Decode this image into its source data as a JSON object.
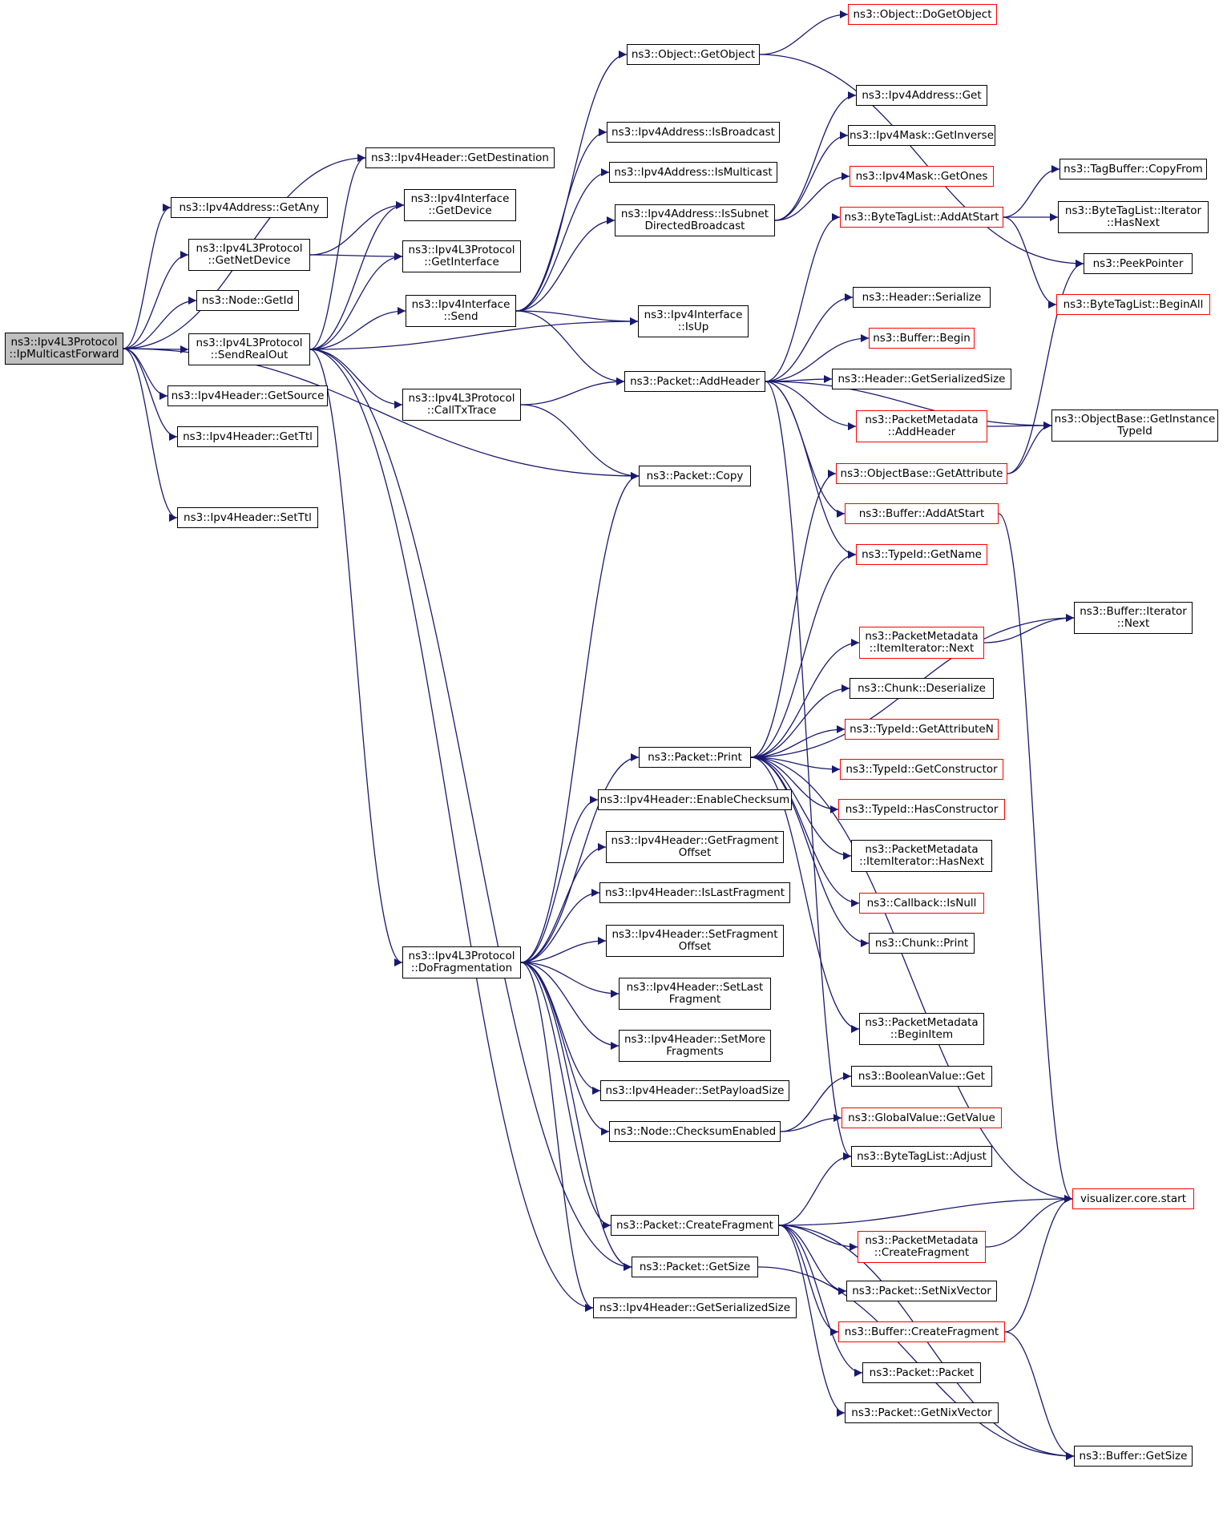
{
  "diagram": {
    "colors": {
      "edge": "#191970",
      "border_default": "#000000",
      "border_red": "#ff0000",
      "root_fill": "#bfbfbf"
    },
    "nodes": [
      {
        "id": "root",
        "lines": [
          "ns3::Ipv4L3Protocol",
          "::IpMulticastForward"
        ],
        "style": "root"
      },
      {
        "id": "getDestination",
        "lines": [
          "ns3::Ipv4Header::GetDestination"
        ],
        "style": "black"
      },
      {
        "id": "getAny",
        "lines": [
          "ns3::Ipv4Address::GetAny"
        ],
        "style": "black"
      },
      {
        "id": "l3GetNetDevice",
        "lines": [
          "ns3::Ipv4L3Protocol",
          "::GetNetDevice"
        ],
        "style": "black"
      },
      {
        "id": "nodeGetId",
        "lines": [
          "ns3::Node::GetId"
        ],
        "style": "black"
      },
      {
        "id": "sendRealOut",
        "lines": [
          "ns3::Ipv4L3Protocol",
          "::SendRealOut"
        ],
        "style": "black"
      },
      {
        "id": "getSource",
        "lines": [
          "ns3::Ipv4Header::GetSource"
        ],
        "style": "black"
      },
      {
        "id": "getTtl",
        "lines": [
          "ns3::Ipv4Header::GetTtl"
        ],
        "style": "black"
      },
      {
        "id": "setTtl",
        "lines": [
          "ns3::Ipv4Header::SetTtl"
        ],
        "style": "black"
      },
      {
        "id": "ifGetDevice",
        "lines": [
          "ns3::Ipv4Interface",
          "::GetDevice"
        ],
        "style": "black"
      },
      {
        "id": "l3GetInterface",
        "lines": [
          "ns3::Ipv4L3Protocol",
          "::GetInterface"
        ],
        "style": "black"
      },
      {
        "id": "ifSend",
        "lines": [
          "ns3::Ipv4Interface",
          "::Send"
        ],
        "style": "black"
      },
      {
        "id": "callTxTrace",
        "lines": [
          "ns3::Ipv4L3Protocol",
          "::CallTxTrace"
        ],
        "style": "black"
      },
      {
        "id": "doFragmentation",
        "lines": [
          "ns3::Ipv4L3Protocol",
          "::DoFragmentation"
        ],
        "style": "black"
      },
      {
        "id": "objGetObject",
        "lines": [
          "ns3::Object::GetObject"
        ],
        "style": "black"
      },
      {
        "id": "isBroadcast",
        "lines": [
          "ns3::Ipv4Address::IsBroadcast"
        ],
        "style": "black"
      },
      {
        "id": "isMulticast",
        "lines": [
          "ns3::Ipv4Address::IsMulticast"
        ],
        "style": "black"
      },
      {
        "id": "isSubnetDB",
        "lines": [
          "ns3::Ipv4Address::IsSubnet",
          "DirectedBroadcast"
        ],
        "style": "black"
      },
      {
        "id": "ifIsUp",
        "lines": [
          "ns3::Ipv4Interface",
          "::IsUp"
        ],
        "style": "black"
      },
      {
        "id": "addHeader",
        "lines": [
          "ns3::Packet::AddHeader"
        ],
        "style": "black"
      },
      {
        "id": "packetCopy",
        "lines": [
          "ns3::Packet::Copy"
        ],
        "style": "black"
      },
      {
        "id": "packetPrint",
        "lines": [
          "ns3::Packet::Print"
        ],
        "style": "black"
      },
      {
        "id": "enableChecksum",
        "lines": [
          "ns3::Ipv4Header::EnableChecksum"
        ],
        "style": "black"
      },
      {
        "id": "getFragOffset",
        "lines": [
          "ns3::Ipv4Header::GetFragment",
          "Offset"
        ],
        "style": "black"
      },
      {
        "id": "isLastFragment",
        "lines": [
          "ns3::Ipv4Header::IsLastFragment"
        ],
        "style": "black"
      },
      {
        "id": "setFragOffset",
        "lines": [
          "ns3::Ipv4Header::SetFragment",
          "Offset"
        ],
        "style": "black"
      },
      {
        "id": "setLastFragment",
        "lines": [
          "ns3::Ipv4Header::SetLast",
          "Fragment"
        ],
        "style": "black"
      },
      {
        "id": "setMoreFragments",
        "lines": [
          "ns3::Ipv4Header::SetMore",
          "Fragments"
        ],
        "style": "black"
      },
      {
        "id": "setPayloadSize",
        "lines": [
          "ns3::Ipv4Header::SetPayloadSize"
        ],
        "style": "black"
      },
      {
        "id": "checksumEnabled",
        "lines": [
          "ns3::Node::ChecksumEnabled"
        ],
        "style": "black"
      },
      {
        "id": "createFragment",
        "lines": [
          "ns3::Packet::CreateFragment"
        ],
        "style": "black"
      },
      {
        "id": "packetGetSize",
        "lines": [
          "ns3::Packet::GetSize"
        ],
        "style": "black"
      },
      {
        "id": "getSerializedSizeV4",
        "lines": [
          "ns3::Ipv4Header::GetSerializedSize"
        ],
        "style": "black"
      },
      {
        "id": "doGetObject",
        "lines": [
          "ns3::Object::DoGetObject"
        ],
        "style": "red"
      },
      {
        "id": "addrGet",
        "lines": [
          "ns3::Ipv4Address::Get"
        ],
        "style": "black"
      },
      {
        "id": "maskGetInverse",
        "lines": [
          "ns3::Ipv4Mask::GetInverse"
        ],
        "style": "black"
      },
      {
        "id": "maskGetOnes",
        "lines": [
          "ns3::Ipv4Mask::GetOnes"
        ],
        "style": "red"
      },
      {
        "id": "btlAddAtStart",
        "lines": [
          "ns3::ByteTagList::AddAtStart"
        ],
        "style": "red"
      },
      {
        "id": "headerSerialize",
        "lines": [
          "ns3::Header::Serialize"
        ],
        "style": "black"
      },
      {
        "id": "bufferBegin",
        "lines": [
          "ns3::Buffer::Begin"
        ],
        "style": "red"
      },
      {
        "id": "headerGetSerSize",
        "lines": [
          "ns3::Header::GetSerializedSize"
        ],
        "style": "black"
      },
      {
        "id": "pmAddHeader",
        "lines": [
          "ns3::PacketMetadata",
          "::AddHeader"
        ],
        "style": "red"
      },
      {
        "id": "obGetAttribute",
        "lines": [
          "ns3::ObjectBase::GetAttribute"
        ],
        "style": "red"
      },
      {
        "id": "bufferAddAtStart",
        "lines": [
          "ns3::Buffer::AddAtStart"
        ],
        "style": "red"
      },
      {
        "id": "typeIdGetName",
        "lines": [
          "ns3::TypeId::GetName"
        ],
        "style": "red"
      },
      {
        "id": "pmItemNext",
        "lines": [
          "ns3::PacketMetadata",
          "::ItemIterator::Next"
        ],
        "style": "red"
      },
      {
        "id": "chunkDeserialize",
        "lines": [
          "ns3::Chunk::Deserialize"
        ],
        "style": "black"
      },
      {
        "id": "typeIdGetAttrN",
        "lines": [
          "ns3::TypeId::GetAttributeN"
        ],
        "style": "red"
      },
      {
        "id": "typeIdGetCtor",
        "lines": [
          "ns3::TypeId::GetConstructor"
        ],
        "style": "red"
      },
      {
        "id": "typeIdHasCtor",
        "lines": [
          "ns3::TypeId::HasConstructor"
        ],
        "style": "red"
      },
      {
        "id": "pmItemHasNext",
        "lines": [
          "ns3::PacketMetadata",
          "::ItemIterator::HasNext"
        ],
        "style": "black"
      },
      {
        "id": "callbackIsNull",
        "lines": [
          "ns3::Callback::IsNull"
        ],
        "style": "red"
      },
      {
        "id": "chunkPrint",
        "lines": [
          "ns3::Chunk::Print"
        ],
        "style": "black"
      },
      {
        "id": "pmBeginItem",
        "lines": [
          "ns3::PacketMetadata",
          "::BeginItem"
        ],
        "style": "black"
      },
      {
        "id": "boolValueGet",
        "lines": [
          "ns3::BooleanValue::Get"
        ],
        "style": "black"
      },
      {
        "id": "globalGetValue",
        "lines": [
          "ns3::GlobalValue::GetValue"
        ],
        "style": "red"
      },
      {
        "id": "btlAdjust",
        "lines": [
          "ns3::ByteTagList::Adjust"
        ],
        "style": "black"
      },
      {
        "id": "pmCreateFragment",
        "lines": [
          "ns3::PacketMetadata",
          "::CreateFragment"
        ],
        "style": "red"
      },
      {
        "id": "setNixVector",
        "lines": [
          "ns3::Packet::SetNixVector"
        ],
        "style": "black"
      },
      {
        "id": "bufferCreateFragment",
        "lines": [
          "ns3::Buffer::CreateFragment"
        ],
        "style": "red"
      },
      {
        "id": "packetPacket",
        "lines": [
          "ns3::Packet::Packet"
        ],
        "style": "black"
      },
      {
        "id": "getNixVector",
        "lines": [
          "ns3::Packet::GetNixVector"
        ],
        "style": "black"
      },
      {
        "id": "tagBufferCopyFrom",
        "lines": [
          "ns3::TagBuffer::CopyFrom"
        ],
        "style": "black"
      },
      {
        "id": "btlIterHasNext",
        "lines": [
          "ns3::ByteTagList::Iterator",
          "::HasNext"
        ],
        "style": "black"
      },
      {
        "id": "peekPointer",
        "lines": [
          "ns3::PeekPointer"
        ],
        "style": "black"
      },
      {
        "id": "btlBeginAll",
        "lines": [
          "ns3::ByteTagList::BeginAll"
        ],
        "style": "red"
      },
      {
        "id": "obGetInstanceTypeId",
        "lines": [
          "ns3::ObjectBase::GetInstance",
          "TypeId"
        ],
        "style": "black"
      },
      {
        "id": "bufferIterNext",
        "lines": [
          "ns3::Buffer::Iterator",
          "::Next"
        ],
        "style": "black"
      },
      {
        "id": "vizCoreStart",
        "lines": [
          "visualizer.core.start"
        ],
        "style": "red"
      },
      {
        "id": "bufferGetSize",
        "lines": [
          "ns3::Buffer::GetSize"
        ],
        "style": "black"
      }
    ],
    "edges": [
      [
        "root",
        "getDestination"
      ],
      [
        "root",
        "getAny"
      ],
      [
        "root",
        "l3GetNetDevice"
      ],
      [
        "root",
        "nodeGetId"
      ],
      [
        "root",
        "sendRealOut"
      ],
      [
        "root",
        "getSource"
      ],
      [
        "root",
        "getTtl"
      ],
      [
        "root",
        "setTtl"
      ],
      [
        "root",
        "packetCopy"
      ],
      [
        "l3GetNetDevice",
        "ifGetDevice"
      ],
      [
        "l3GetNetDevice",
        "l3GetInterface"
      ],
      [
        "sendRealOut",
        "getDestination"
      ],
      [
        "sendRealOut",
        "ifGetDevice"
      ],
      [
        "sendRealOut",
        "l3GetInterface"
      ],
      [
        "sendRealOut",
        "ifSend"
      ],
      [
        "sendRealOut",
        "ifIsUp"
      ],
      [
        "sendRealOut",
        "callTxTrace"
      ],
      [
        "sendRealOut",
        "doFragmentation"
      ],
      [
        "sendRealOut",
        "packetGetSize"
      ],
      [
        "sendRealOut",
        "getSerializedSizeV4"
      ],
      [
        "ifSend",
        "objGetObject"
      ],
      [
        "ifSend",
        "isBroadcast"
      ],
      [
        "ifSend",
        "isMulticast"
      ],
      [
        "ifSend",
        "isSubnetDB"
      ],
      [
        "ifSend",
        "ifIsUp"
      ],
      [
        "ifSend",
        "addHeader"
      ],
      [
        "callTxTrace",
        "addHeader"
      ],
      [
        "callTxTrace",
        "packetCopy"
      ],
      [
        "objGetObject",
        "doGetObject"
      ],
      [
        "objGetObject",
        "peekPointer"
      ],
      [
        "isSubnetDB",
        "addrGet"
      ],
      [
        "isSubnetDB",
        "maskGetInverse"
      ],
      [
        "isSubnetDB",
        "maskGetOnes"
      ],
      [
        "addHeader",
        "btlAddAtStart"
      ],
      [
        "addHeader",
        "headerSerialize"
      ],
      [
        "addHeader",
        "bufferBegin"
      ],
      [
        "addHeader",
        "headerGetSerSize"
      ],
      [
        "addHeader",
        "pmAddHeader"
      ],
      [
        "addHeader",
        "bufferAddAtStart"
      ],
      [
        "addHeader",
        "typeIdGetName"
      ],
      [
        "addHeader",
        "btlAdjust"
      ],
      [
        "addHeader",
        "obGetInstanceTypeId"
      ],
      [
        "btlAddAtStart",
        "tagBufferCopyFrom"
      ],
      [
        "btlAddAtStart",
        "btlIterHasNext"
      ],
      [
        "btlAddAtStart",
        "btlBeginAll"
      ],
      [
        "pmAddHeader",
        "obGetInstanceTypeId"
      ],
      [
        "obGetAttribute",
        "obGetInstanceTypeId"
      ],
      [
        "obGetAttribute",
        "peekPointer"
      ],
      [
        "bufferAddAtStart",
        "vizCoreStart"
      ],
      [
        "pmItemNext",
        "bufferIterNext"
      ],
      [
        "packetPrint",
        "obGetAttribute"
      ],
      [
        "packetPrint",
        "typeIdGetName"
      ],
      [
        "packetPrint",
        "bufferIterNext"
      ],
      [
        "packetPrint",
        "pmItemNext"
      ],
      [
        "packetPrint",
        "chunkDeserialize"
      ],
      [
        "packetPrint",
        "typeIdGetAttrN"
      ],
      [
        "packetPrint",
        "typeIdGetCtor"
      ],
      [
        "packetPrint",
        "typeIdHasCtor"
      ],
      [
        "packetPrint",
        "pmItemHasNext"
      ],
      [
        "packetPrint",
        "callbackIsNull"
      ],
      [
        "packetPrint",
        "chunkPrint"
      ],
      [
        "packetPrint",
        "pmBeginItem"
      ],
      [
        "packetPrint",
        "vizCoreStart"
      ],
      [
        "doFragmentation",
        "packetCopy"
      ],
      [
        "doFragmentation",
        "packetPrint"
      ],
      [
        "doFragmentation",
        "enableChecksum"
      ],
      [
        "doFragmentation",
        "getFragOffset"
      ],
      [
        "doFragmentation",
        "isLastFragment"
      ],
      [
        "doFragmentation",
        "setFragOffset"
      ],
      [
        "doFragmentation",
        "setLastFragment"
      ],
      [
        "doFragmentation",
        "setMoreFragments"
      ],
      [
        "doFragmentation",
        "setPayloadSize"
      ],
      [
        "doFragmentation",
        "checksumEnabled"
      ],
      [
        "doFragmentation",
        "createFragment"
      ],
      [
        "doFragmentation",
        "packetGetSize"
      ],
      [
        "doFragmentation",
        "getSerializedSizeV4"
      ],
      [
        "checksumEnabled",
        "boolValueGet"
      ],
      [
        "checksumEnabled",
        "globalGetValue"
      ],
      [
        "createFragment",
        "btlAdjust"
      ],
      [
        "createFragment",
        "vizCoreStart"
      ],
      [
        "createFragment",
        "pmCreateFragment"
      ],
      [
        "createFragment",
        "setNixVector"
      ],
      [
        "createFragment",
        "bufferCreateFragment"
      ],
      [
        "createFragment",
        "packetPacket"
      ],
      [
        "createFragment",
        "getNixVector"
      ],
      [
        "createFragment",
        "bufferGetSize"
      ],
      [
        "packetGetSize",
        "bufferGetSize"
      ],
      [
        "pmCreateFragment",
        "vizCoreStart"
      ],
      [
        "bufferCreateFragment",
        "vizCoreStart"
      ],
      [
        "bufferCreateFragment",
        "bufferGetSize"
      ]
    ]
  }
}
